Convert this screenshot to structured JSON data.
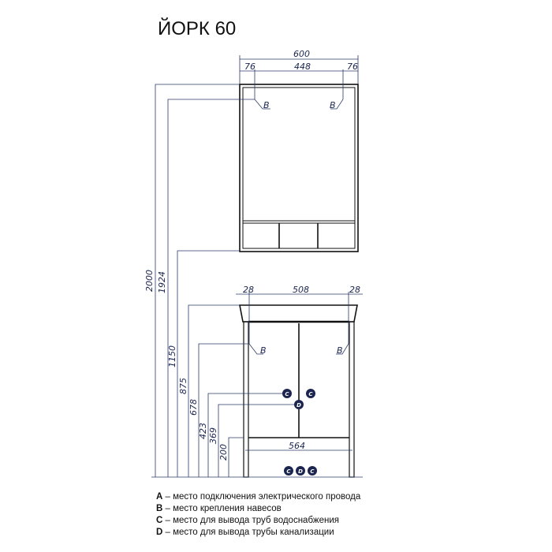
{
  "title": "ЙОРК 60",
  "mirror_dims": {
    "width": "600",
    "left": "76",
    "middle": "448",
    "right": "76",
    "mount": "B"
  },
  "cabinet_dims": {
    "left": "28",
    "middle": "508",
    "right": "28",
    "legs": "564",
    "mount": "B"
  },
  "heights": {
    "h2000": "2000",
    "h1924": "1924",
    "h1150": "1150",
    "h875": "875",
    "h678": "678",
    "h423": "423",
    "h369": "369",
    "h200": "200"
  },
  "markers": {
    "c": "C",
    "d": "D"
  },
  "legend": [
    {
      "key": "A",
      "text": " – место подключения электрического провода"
    },
    {
      "key": "B",
      "text": " – место крепления навесов"
    },
    {
      "key": "C",
      "text": " – место для вывода труб водоснабжения"
    },
    {
      "key": "D",
      "text": " – место для вывода трубы канализации"
    }
  ]
}
